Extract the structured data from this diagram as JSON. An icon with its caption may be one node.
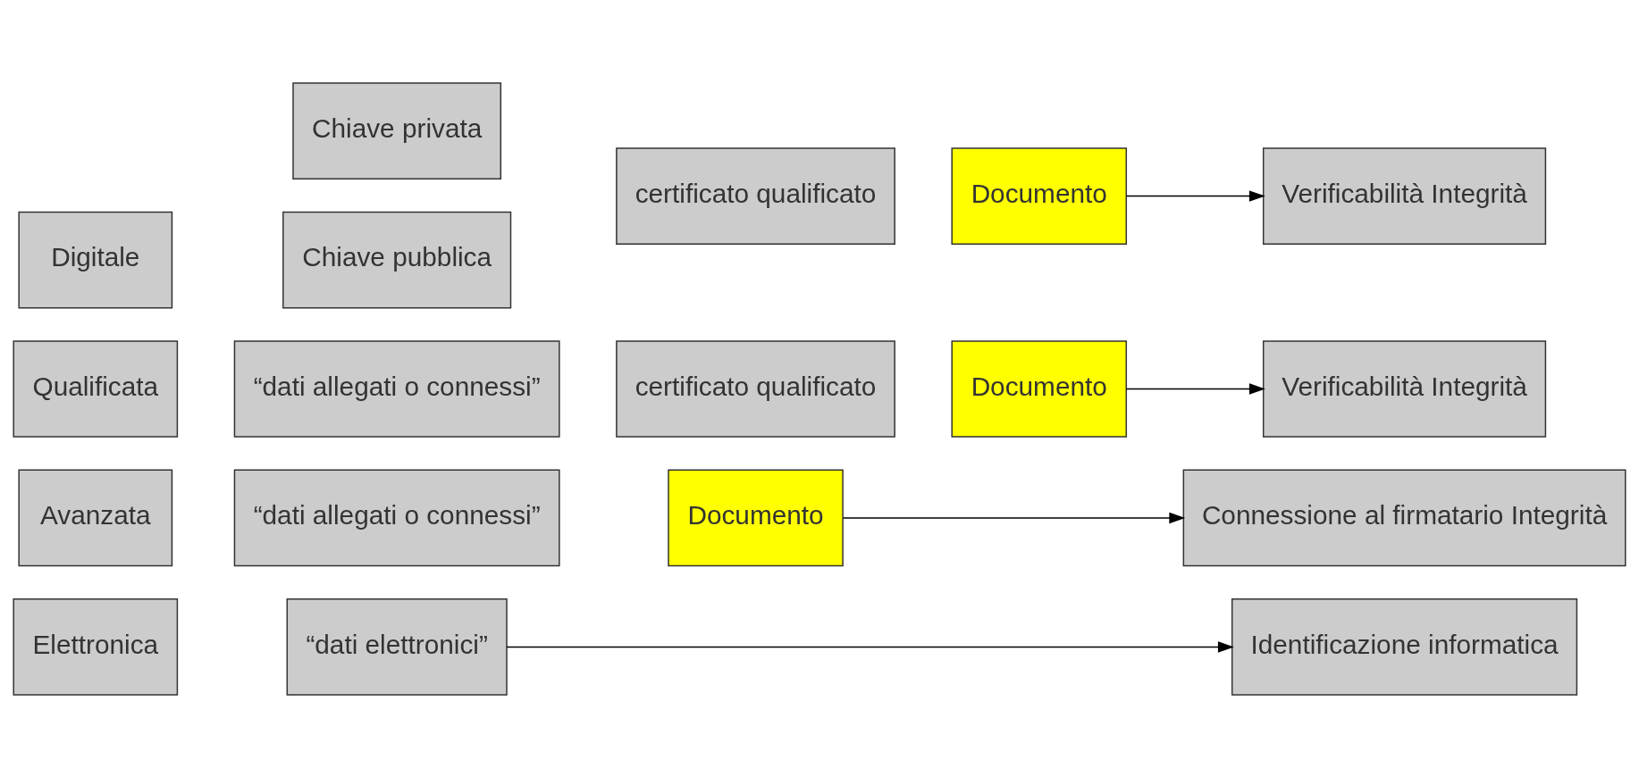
{
  "diagram": {
    "nodes": [
      {
        "text": [
          "Elettronica"
        ]
      },
      {
        "text": [
          "“dati elettronici”"
        ]
      },
      {
        "text": [
          "Identificazione informatica"
        ]
      },
      {
        "text": [
          "Avanzata"
        ]
      },
      {
        "text": [
          "“dati allegati o connessi”"
        ]
      },
      {
        "text": [
          "Documento"
        ]
      },
      {
        "text": [
          "Connessione al firmatario Integrità"
        ]
      },
      {
        "text": [
          "Qualificata"
        ]
      },
      {
        "text": [
          "“dati allegati o connessi”"
        ]
      },
      {
        "text": [
          "certificato qualificato"
        ]
      },
      {
        "text": [
          "Documento"
        ]
      },
      {
        "text": [
          "Verificabilità Integrità"
        ]
      },
      {
        "text": [
          "Digitale"
        ]
      },
      {
        "text": [
          "Chiave privata"
        ]
      },
      {
        "text": [
          "Chiave pubblica"
        ]
      },
      {
        "text": [
          "certificato qualificato"
        ]
      },
      {
        "text": [
          "Documento"
        ]
      },
      {
        "text": [
          "Verificabilità Integrità"
        ]
      }
    ],
    "edges": [
      {
        "from": 1,
        "to": 2,
        "arrow": "to"
      },
      {
        "from": 5,
        "to": 6,
        "arrow": "to"
      },
      {
        "from": 10,
        "to": 11,
        "arrow": "to"
      },
      {
        "from": 16,
        "to": 17,
        "arrow": "to"
      }
    ]
  }
}
